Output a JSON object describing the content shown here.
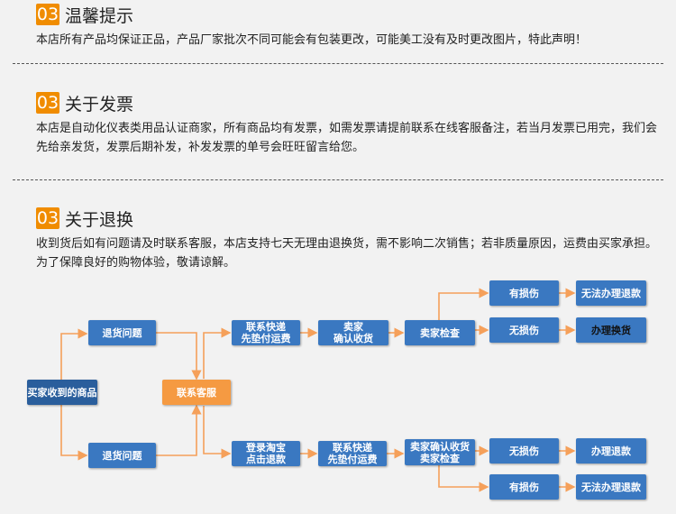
{
  "sections": [
    {
      "number": "03",
      "title": "温馨提示",
      "text": "本店所有产品均保证正品，产品厂家批次不同可能会有包装更改，可能美工没有及时更改图片，特此声明！"
    },
    {
      "number": "03",
      "title": "关于发票",
      "text": "本店是自动化仪表类用品认证商家，所有商品均有发票，如需发票请提前联系在线客服备注，若当月发票已用完，我们会先给亲发货，发票后期补发，补发发票的单号会旺旺留言给您。"
    },
    {
      "number": "03",
      "title": "关于退换",
      "text": "收到货后如有问题请及时联系客服，本店支持七天无理由退换货，需不影响二次销售；若非质量原因，运费由买家承担。为了保障良好的购物体验，敬请谅解。"
    }
  ],
  "flow": {
    "buyer_received": "买家收到的商品",
    "exchange_issue": "退货问题",
    "return_issue": "退货问题",
    "contact_service": "联系客服",
    "exchange_ship": "联系快递\n先垫付运费",
    "seller_confirm": "卖家\n确认收货",
    "seller_check": "卖家检查",
    "exchange_damaged": "有损伤",
    "exchange_undamaged": "无损伤",
    "no_exchange": "无法办理退款",
    "do_exchange": "办理换货",
    "login_taobao": "登录淘宝\n点击退款",
    "return_ship": "联系快递\n先垫付运费",
    "return_confirm_check": "卖家确认收货\n卖家检查",
    "return_undamaged": "无损伤",
    "return_damaged": "有损伤",
    "do_refund": "办理退款",
    "no_refund": "无法办理退款"
  },
  "colors": {
    "badge": "#f08c00",
    "node_blue": "#3a78c1",
    "node_orange": "#f59a42",
    "connector": "#f5a05a"
  }
}
